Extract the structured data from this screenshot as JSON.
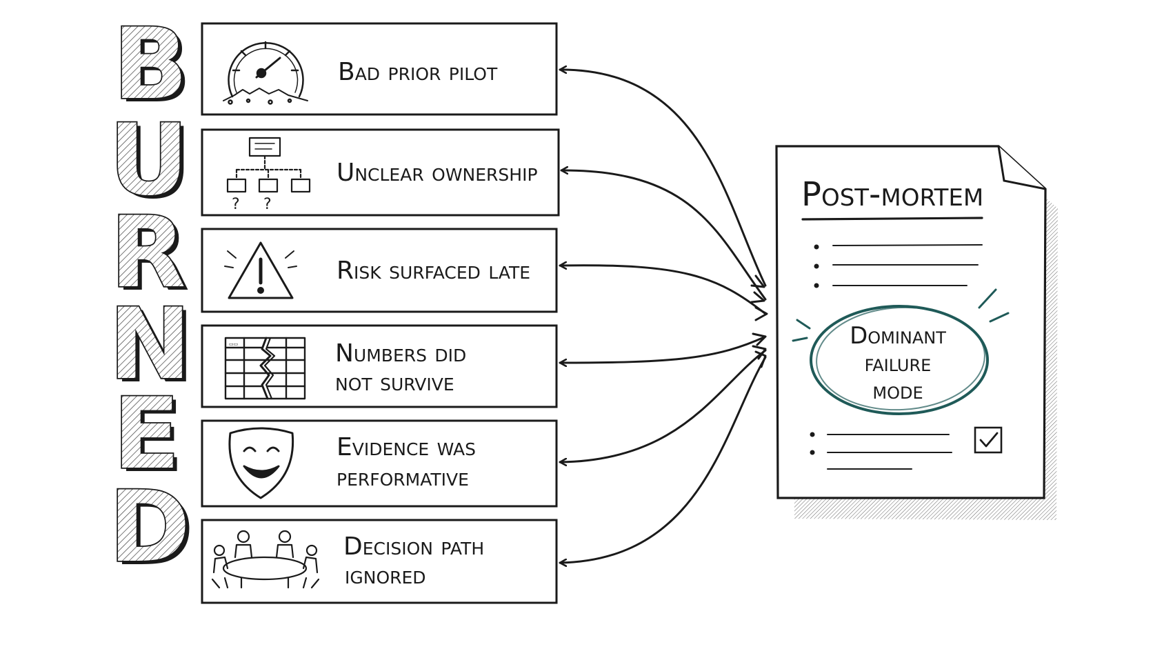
{
  "acronym": {
    "letters": [
      "B",
      "U",
      "R",
      "N",
      "E",
      "D"
    ]
  },
  "causes": [
    {
      "icon": "speedometer-crashed-icon",
      "lines": [
        "Bad prior pilot"
      ]
    },
    {
      "icon": "org-chart-icon",
      "lines": [
        "Unclear ownership"
      ]
    },
    {
      "icon": "warning-triangle-icon",
      "lines": [
        "Risk surfaced late"
      ]
    },
    {
      "icon": "broken-spreadsheet-icon",
      "lines": [
        "Numbers did",
        "not survive"
      ]
    },
    {
      "icon": "theater-mask-icon",
      "lines": [
        "Evidence was",
        "performative"
      ]
    },
    {
      "icon": "meeting-table-icon",
      "lines": [
        "Decision path",
        "ignored"
      ]
    }
  ],
  "document": {
    "title": "Post-mortem",
    "highlight_lines": [
      "Dominant",
      "failure",
      "mode"
    ],
    "checkbox_icon": "checkmark-icon"
  },
  "colors": {
    "ink": "#1a1a1a",
    "highlight": "#1f5a58",
    "paper": "#ffffff"
  }
}
